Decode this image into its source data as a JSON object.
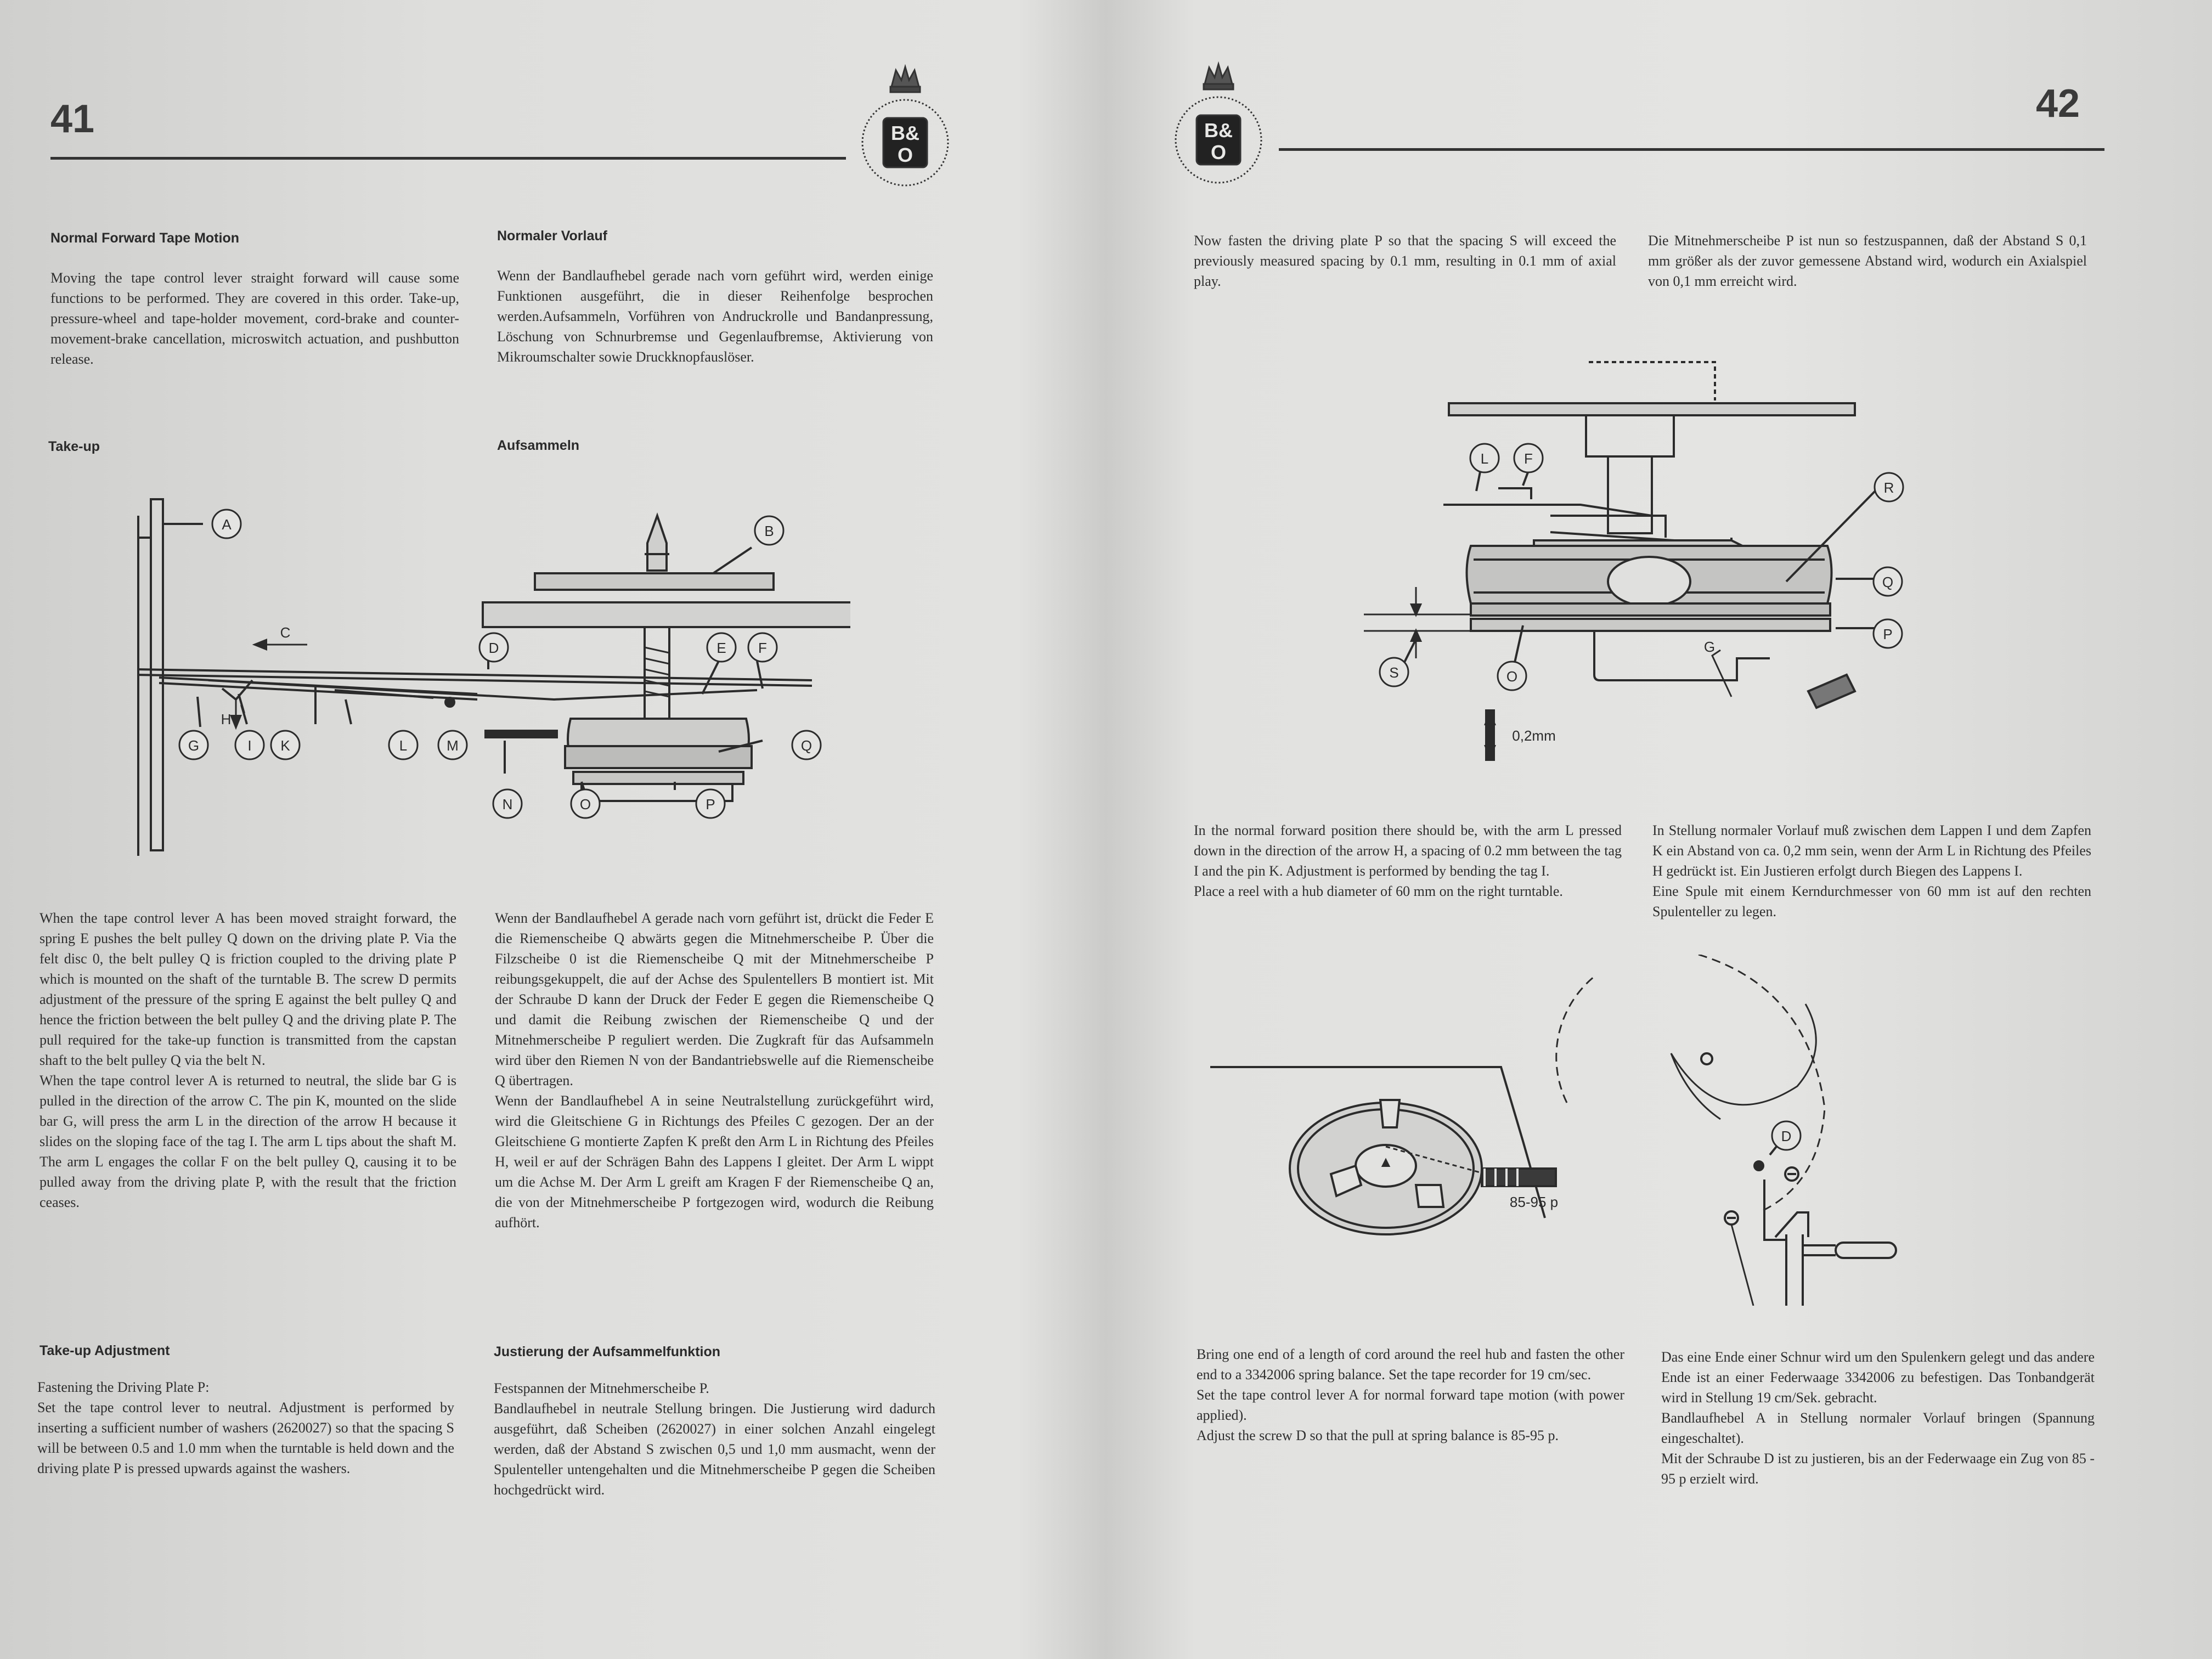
{
  "left": {
    "page_number": "41",
    "sections": {
      "normal_en": {
        "heading": "Normal Forward Tape Motion",
        "body": "Moving the tape control lever straight forward will cause some functions to be performed. They are covered in this order. Take-up, pressure-wheel and tape-holder movement, cord-brake and counter-movement-brake cancellation, microswitch actuation, and pushbutton release."
      },
      "normal_de": {
        "heading": "Normaler Vorlauf",
        "body": "Wenn der Bandlaufhebel gerade nach vorn geführt wird, werden einige Funktionen ausgeführt, die in dieser Reihenfolge besprochen werden.Aufsammeln, Vorführen von Andruckrolle und Bandanpressung, Löschung von Schnurbremse und Gegenlaufbremse, Aktivierung von Mikroumschalter sowie Druckknopfauslöser."
      },
      "takeup_en": {
        "heading": "Take-up"
      },
      "takeup_de": {
        "heading": "Aufsammeln"
      },
      "takeup_text_en": {
        "body": "When the tape control lever A has been moved straight forward, the spring E pushes the belt pulley Q down on the driving plate P. Via the felt disc 0, the belt pulley Q is friction coupled to the driving plate P which is mounted on the shaft of the turntable B. The screw D permits adjustment of the pressure of the spring E against the belt pulley Q and hence the friction between the belt pulley Q and the driving plate P. The pull required for the take-up function is transmitted from the capstan shaft to the belt pulley Q via the belt N.\nWhen the tape control lever A is returned to neutral, the slide bar G is pulled in the direction of the arrow C. The pin K, mounted on the slide bar G, will press the arm L in the direction of the arrow H because it slides on the sloping face of the tag I. The arm L tips about the shaft M. The arm L engages the collar F on the belt pulley Q, causing it to be pulled away from the driving plate P, with the result that the friction ceases."
      },
      "takeup_text_de": {
        "body": "Wenn der Bandlaufhebel A gerade nach vorn geführt ist, drückt die Feder E die Riemenscheibe Q abwärts gegen die Mitnehmerscheibe P. Über die Filzscheibe 0 ist die Riemenscheibe Q mit der Mitnehmerscheibe P reibungsgekuppelt, die auf der Achse des Spulentellers B montiert ist. Mit der Schraube D kann der Druck der Feder E gegen die Riemenscheibe Q und damit die Reibung zwischen der Riemenscheibe Q und der Mitnehmerscheibe P reguliert werden. Die Zugkraft für das Aufsammeln wird über den Riemen N von der Bandantriebswelle auf die Riemenscheibe Q übertragen.\nWenn der Bandlaufhebel A in seine Neutralstellung zurückgeführt wird, wird die Gleitschiene G in Richtungs des Pfeiles C gezogen. Der an der Gleitschiene G montierte Zapfen K preßt den Arm L in Richtung des Pfeiles H, weil er auf der Schrägen Bahn des Lappens I gleitet. Der Arm L wippt um die Achse M. Der Arm L greift am Kragen F der Riemenscheibe Q an, die von der Mitnehmerscheibe P fortgezogen wird, wodurch die Reibung aufhört."
      },
      "adjust_en": {
        "heading": "Take-up Adjustment",
        "body": "Fastening the Driving Plate P:\nSet the tape control lever to neutral. Adjustment is performed by inserting a sufficient number of washers (2620027) so that the spacing S will be between 0.5 and 1.0 mm when the turntable is held down and the driving plate P is pressed upwards against the washers."
      },
      "adjust_de": {
        "heading": "Justierung der Aufsammelfunktion",
        "body": "Festspannen der Mitnehmerscheibe P.\nBandlaufhebel in neutrale Stellung bringen. Die Justierung wird dadurch ausgeführt, daß Scheiben (2620027) in einer solchen Anzahl eingelegt werden, daß der Abstand S zwischen 0,5 und 1,0 mm ausmacht, wenn der Spulenteller untengehalten und die Mitnehmerscheibe P gegen die Scheiben hochgedrückt wird."
      }
    },
    "figure_labels": [
      "A",
      "B",
      "C",
      "D",
      "E",
      "F",
      "G",
      "H",
      "I",
      "K",
      "L",
      "M",
      "N",
      "O",
      "P",
      "Q"
    ]
  },
  "right": {
    "page_number": "42",
    "sections": {
      "top_en": {
        "body": "Now fasten the driving plate P so that the spacing S will exceed the previously measured spacing by 0.1 mm, resulting in 0.1 mm of axial play."
      },
      "top_de": {
        "body": "Die Mitnehmerscheibe P ist nun so festzuspannen, daß der Abstand S 0,1 mm größer als der zuvor gemessene Abstand wird, wodurch ein Axialspiel von 0,1 mm erreicht wird."
      },
      "mid_en": {
        "body": "In the normal forward position there should be, with the arm L pressed down in the direction of the arrow H, a spacing of 0.2 mm between the tag I and the pin K. Adjustment is performed by bending the tag I.\nPlace a reel with a hub diameter of 60 mm on the right turntable."
      },
      "mid_de": {
        "body": "In Stellung normaler Vorlauf muß zwischen dem Lappen I und dem Zapfen K ein Abstand von ca. 0,2 mm sein, wenn der Arm L in Richtung des Pfeiles H gedrückt ist. Ein Justieren erfolgt durch Biegen des Lappens I.\nEine Spule mit einem Kerndurchmesser von 60 mm ist auf den rechten Spulenteller zu legen."
      },
      "bottom_en": {
        "body": "Bring one end of a length of cord around the reel hub and fasten the other end to a 3342006 spring balance. Set the tape recorder for 19 cm/sec.\nSet the tape control lever A for normal forward tape motion (with power applied).\nAdjust the screw D so that the pull at spring balance is 85-95 p."
      },
      "bottom_de": {
        "body": "Das eine Ende einer Schnur wird um den Spulenkern gelegt und das andere Ende ist an einer Federwaage 3342006 zu befestigen. Das Tonbandgerät wird in Stellung 19 cm/Sek. gebracht.\nBandlaufhebel A in Stellung normaler Vorlauf bringen (Spannung eingeschaltet).\nMit der Schraube D ist zu justieren, bis an der Federwaage ein Zug von 85 - 95 p erzielt wird."
      }
    },
    "figure1_labels": [
      "L",
      "F",
      "R",
      "Q",
      "P",
      "S",
      "O",
      "G",
      "0,2mm"
    ],
    "figure2_labels": [
      "85-95 p",
      "D"
    ]
  },
  "logo": {
    "lines": [
      "B&",
      "O"
    ]
  },
  "colors": {
    "paper": "#e2e2e0",
    "ink": "#2b2b2b"
  }
}
